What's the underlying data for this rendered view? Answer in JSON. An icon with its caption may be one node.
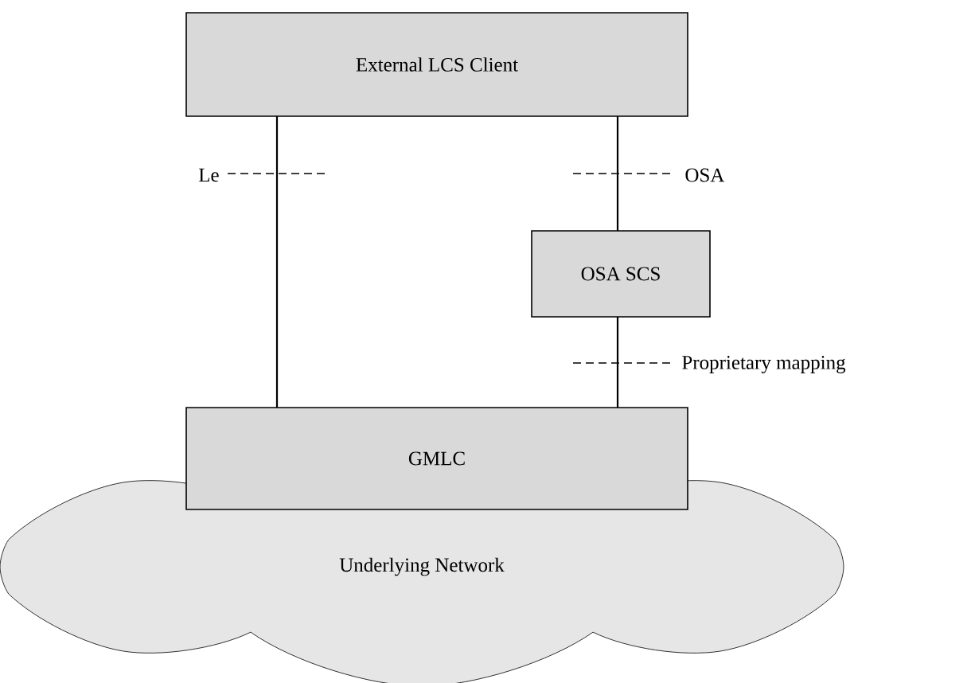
{
  "diagram": {
    "nodes": [
      {
        "text": [
          "External LCS Client"
        ]
      },
      {
        "text": [
          "OSA SCS"
        ]
      },
      {
        "text": [
          "GMLC"
        ]
      },
      {
        "text": [
          "Underlying Network"
        ]
      }
    ],
    "edges": [
      {
        "from": 0,
        "to": 2,
        "arrow": "none",
        "label": "Le"
      },
      {
        "from": 0,
        "to": 1,
        "arrow": "none",
        "label": "OSA"
      },
      {
        "from": 1,
        "to": 2,
        "arrow": "none",
        "label": "Proprietary mapping"
      }
    ]
  }
}
